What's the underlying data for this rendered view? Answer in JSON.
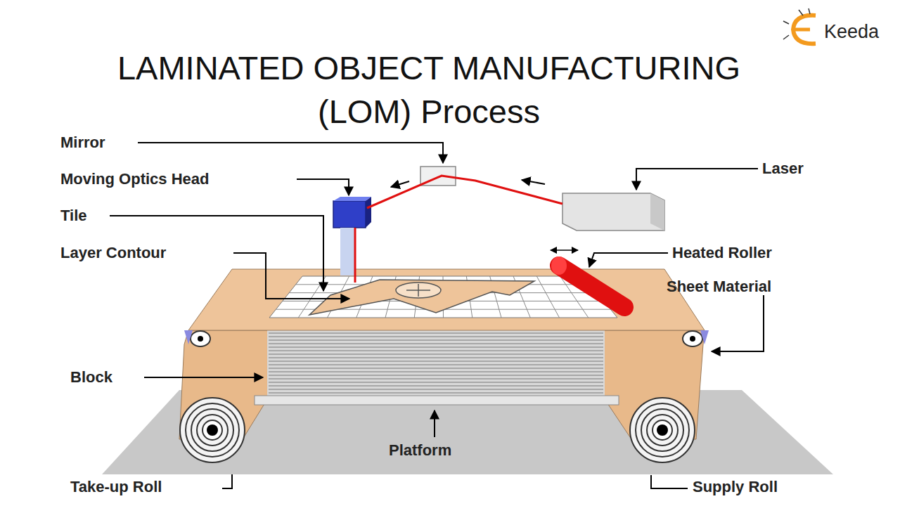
{
  "diagram": {
    "title": "LAMINATED OBJECT MANUFACTURING (LOM) Process",
    "labels": [
      "Keeda",
      "Mirror",
      "Moving Optics Head",
      "Tile",
      "Layer Contour",
      "Laser",
      "Heated Roller",
      "Sheet Material",
      "Block",
      "Platform",
      "Take-up Roll",
      "Supply Roll"
    ]
  }
}
